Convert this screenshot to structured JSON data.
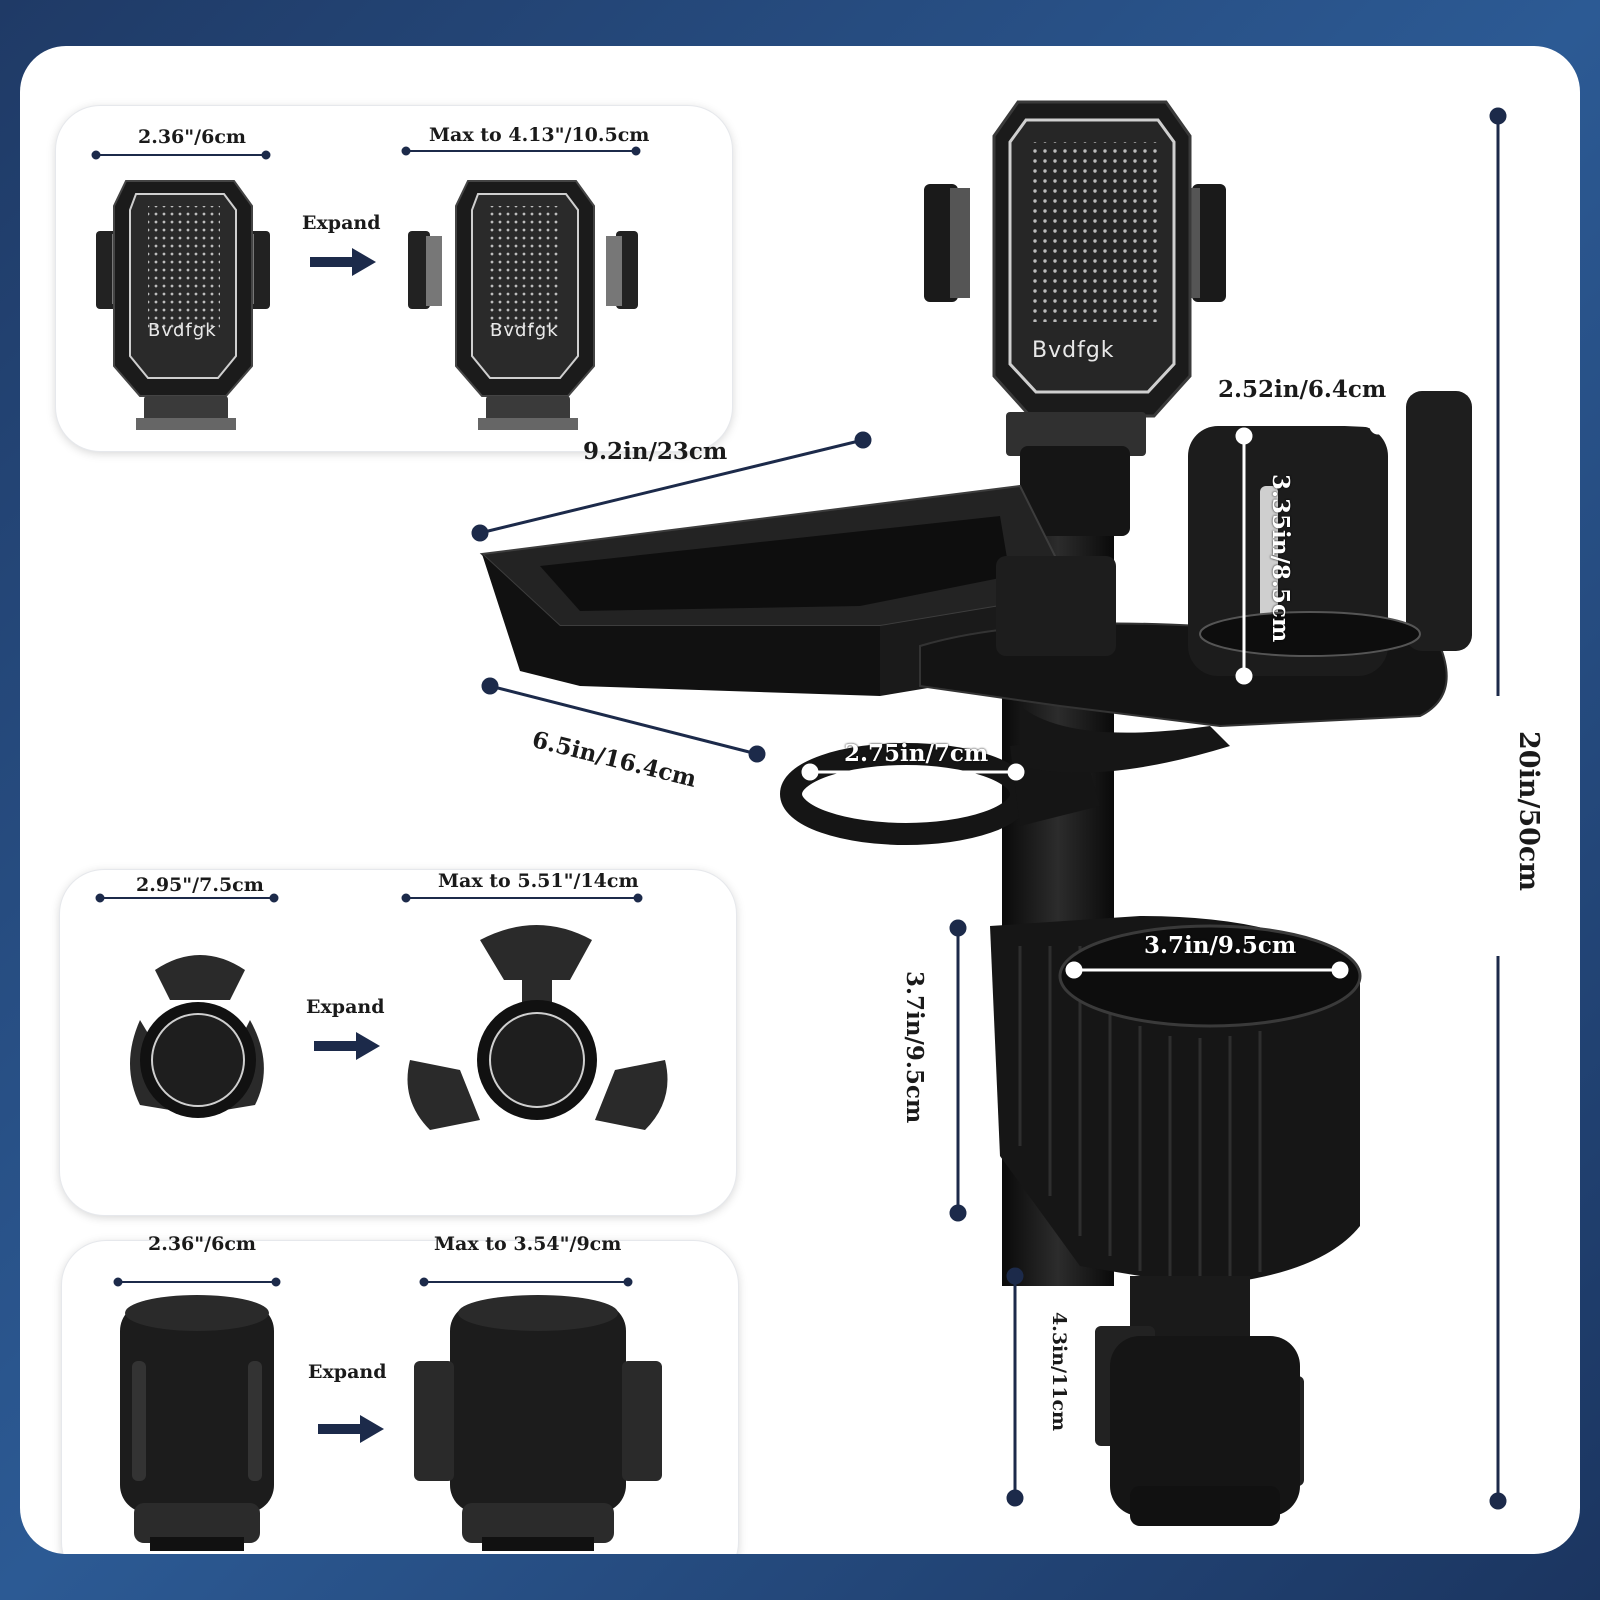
{
  "brand_name": "Bvdfgk",
  "expand_label": "Expand",
  "phone_holder": {
    "min_size": "2.36\"/6cm",
    "max_size": "Max to 4.13\"/10.5cm"
  },
  "cup_adapter": {
    "min_size": "2.95\"/7.5cm",
    "max_size": "Max to 5.51\"/14cm"
  },
  "base": {
    "min_size": "2.36\"/6cm",
    "max_size": "Max to 3.54\"/9cm"
  },
  "dimensions": {
    "tray_width": "9.2in/23cm",
    "tray_depth": "6.5in/16.4cm",
    "small_ring": "2.75in/7cm",
    "side_cup_width": "2.52in/6.4cm",
    "side_cup_height": "3.35in/8.5cm",
    "main_cup_width": "3.7in/9.5cm",
    "main_cup_height": "3.7in/9.5cm",
    "base_height": "4.3in/11cm",
    "total_height": "20in/50cm"
  },
  "colors": {
    "background": "#1f3a66",
    "dimension_line": "#1c2a4a",
    "product": "#1a1a1a"
  }
}
